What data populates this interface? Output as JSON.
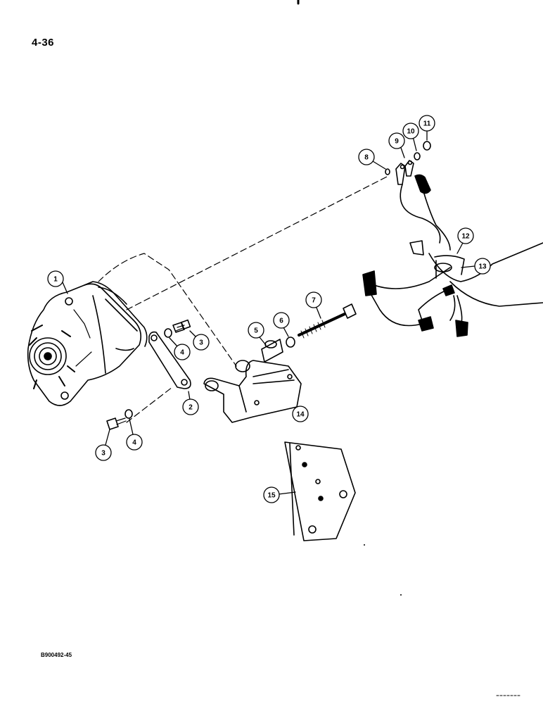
{
  "page": {
    "number": "4-36",
    "drawing_code": "B900492-45"
  },
  "callouts": [
    {
      "id": "callout-1",
      "label": "1",
      "part": "alternator"
    },
    {
      "id": "callout-2",
      "label": "2",
      "part": "adjusting-strap"
    },
    {
      "id": "callout-3a",
      "label": "3",
      "part": "bolt"
    },
    {
      "id": "callout-4a",
      "label": "4",
      "part": "washer"
    },
    {
      "id": "callout-3b",
      "label": "3",
      "part": "bolt"
    },
    {
      "id": "callout-4b",
      "label": "4",
      "part": "washer"
    },
    {
      "id": "callout-5",
      "label": "5",
      "part": "spacer"
    },
    {
      "id": "callout-6",
      "label": "6",
      "part": "washer"
    },
    {
      "id": "callout-7",
      "label": "7",
      "part": "pivot-bolt"
    },
    {
      "id": "callout-8",
      "label": "8",
      "part": "lock-washer"
    },
    {
      "id": "callout-9",
      "label": "9",
      "part": "terminal"
    },
    {
      "id": "callout-10",
      "label": "10",
      "part": "washer"
    },
    {
      "id": "callout-11",
      "label": "11",
      "part": "nut"
    },
    {
      "id": "callout-12",
      "label": "12",
      "part": "clip"
    },
    {
      "id": "callout-13",
      "label": "13",
      "part": "wire-harness"
    },
    {
      "id": "callout-14",
      "label": "14",
      "part": "mounting-bracket"
    },
    {
      "id": "callout-15",
      "label": "15",
      "part": "mounting-plate"
    }
  ]
}
